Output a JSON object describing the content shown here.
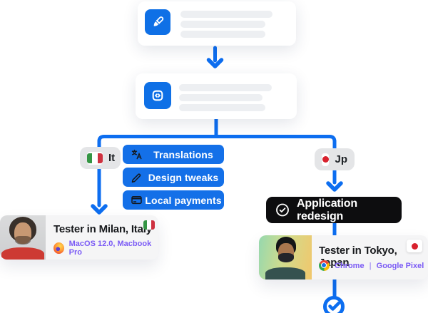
{
  "colors": {
    "line_blue": "#0d6ef0",
    "button_blue": "#1470e8",
    "icon_blue": "#0f70e6",
    "pill_black": "#0d0d0f",
    "accent_purple": "#7b5bf5",
    "badge_bg": "#e4e5e7",
    "tester_card_bg": "#f5f5f6",
    "skeleton_bar": "#edeff2"
  },
  "steps": [
    {
      "icon": "paintbrush-icon"
    },
    {
      "icon": "code-icon"
    }
  ],
  "italy": {
    "badge_label": "It",
    "flag": "italy-flag",
    "tasks": [
      {
        "icon": "translate-icon",
        "label": "Translations"
      },
      {
        "icon": "pen-icon",
        "label": "Design tweaks"
      },
      {
        "icon": "credit-card-icon",
        "label": "Local payments"
      }
    ],
    "tester": {
      "title": "Tester in Milan, Italy",
      "browser_icon": "firefox-icon",
      "environment": "MacOS 12.0, Macbook Pro",
      "flag": "italy-flag"
    }
  },
  "japan": {
    "badge_label": "Jp",
    "flag": "japan-flag",
    "task": {
      "icon": "check-circle-icon",
      "label": "Application redesign"
    },
    "tester": {
      "title": "Tester in Tokyo, Japan",
      "browser_icon": "chrome-icon",
      "browser": "Chrome",
      "separator": "|",
      "device": "Google Pixel",
      "flag": "japan-flag"
    }
  }
}
